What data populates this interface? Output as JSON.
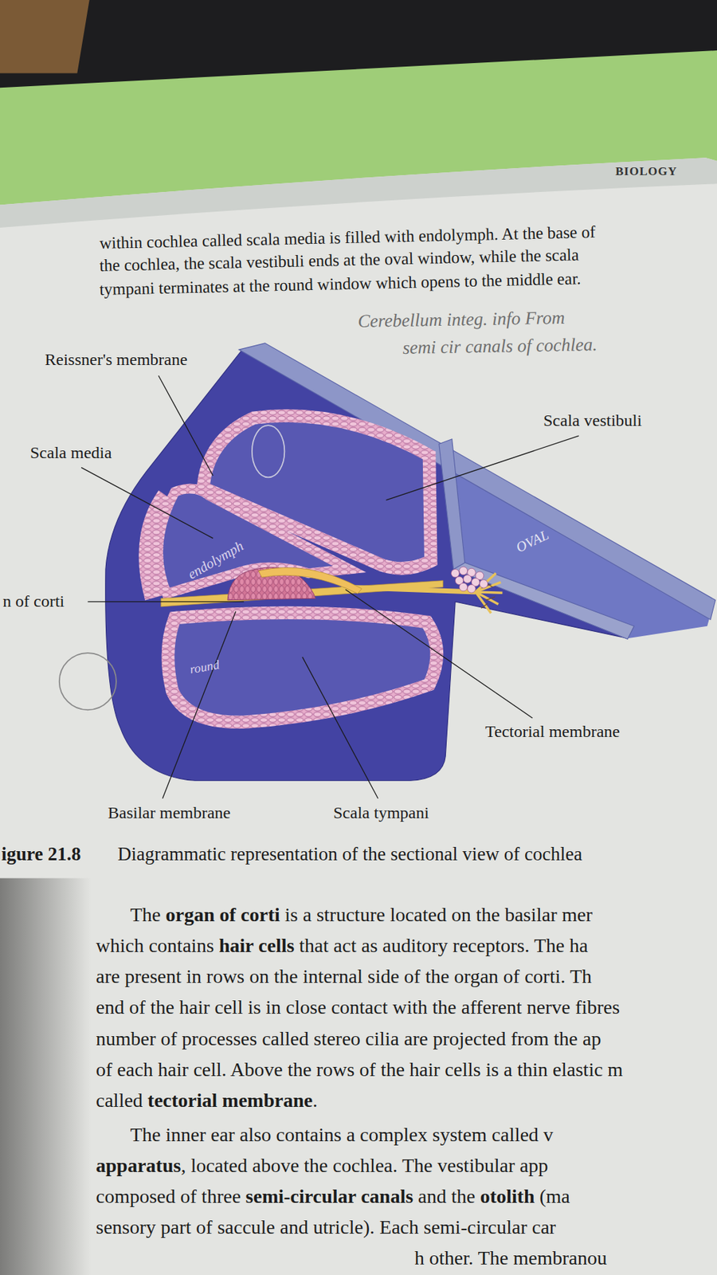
{
  "diagram": {
    "caption": "Diagrammatic representation of the sectional view of cochlea",
    "labels": [
      "BIOLOGY",
      "within cochlea called scala media is filled with endolymph. At the base of",
      "the cochlea, the scala vestibuli ends at the oval window, while the scala",
      "tympani terminates at the round window which opens to the middle ear.",
      "Cerebellum integ. info From",
      "semi cir canals of cochlea.",
      "Reissner's membrane",
      "Scala vestibuli",
      "Scala media",
      "n of corti",
      "endolymph",
      "OVAL",
      "round",
      "Tectorial membrane",
      "Basilar membrane",
      "Scala tympani",
      "igure 21.8",
      "The",
      "organ of corti",
      "is a structure located on the basilar mer",
      "which contains",
      "hair cells",
      "that act as auditory receptors. The ha",
      "are present in rows on the internal side of the organ of corti. Th",
      "end of the hair cell is in close contact with the afferent nerve fibres",
      "number of processes called stereo cilia are projected from the ap",
      "of each hair cell. Above the rows of the hair cells is a thin elastic m",
      "called",
      "tectorial membrane",
      ".",
      "The inner ear also contains a complex system called v",
      "apparatus",
      ", located above the cochlea. The vestibular app",
      "composed of three",
      "semi-circular canals",
      "and the",
      "otolith",
      "(ma",
      "sensory part of saccule and utricle). Each semi-circular car",
      "h other. The membranou"
    ]
  }
}
